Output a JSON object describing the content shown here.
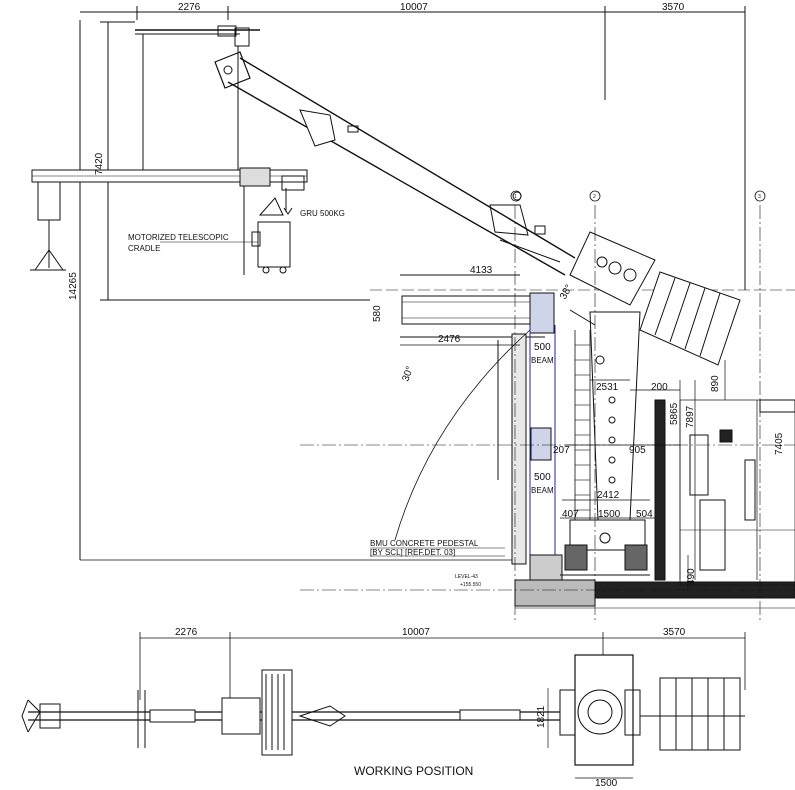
{
  "elevation": {
    "dims_top": [
      "2276",
      "10007",
      "3570"
    ],
    "dim_7420": "7420",
    "dim_14265": "14265",
    "dim_4133": "4133",
    "dim_580": "580",
    "dim_2476": "2476",
    "dim_500_a": "500",
    "beam_a": "BEAM",
    "dim_500_b": "500",
    "beam_b": "BEAM",
    "angle_30": "30°",
    "angle_38": "38°",
    "dim_2531": "2531",
    "dim_200": "200",
    "dim_5865": "5865",
    "dim_7897": "7897",
    "dim_890": "890",
    "dim_7405": "7405",
    "dim_207": "207",
    "dim_905": "905",
    "dim_2412": "2412",
    "dim_407": "407",
    "dim_1500": "1500",
    "dim_504": "504",
    "dim_490": "490",
    "gru_label": "GRU 500KG",
    "cradle_line1": "MOTORIZED TELESCOPIC",
    "cradle_line2": "CRADLE",
    "pedestal_line1": "BMU CONCRETE PEDESTAL",
    "pedestal_line2": "[BY SCL] [REF.DET. 03]",
    "level_label": "LEVEL-43",
    "level_value": "+155.550",
    "grid_1": "1",
    "grid_2": "2",
    "grid_3": "3"
  },
  "plan": {
    "dims_top": [
      "2276",
      "10007",
      "3570"
    ],
    "dim_1821": "1821",
    "dim_1500": "1500"
  },
  "caption": "WORKING POSITION"
}
